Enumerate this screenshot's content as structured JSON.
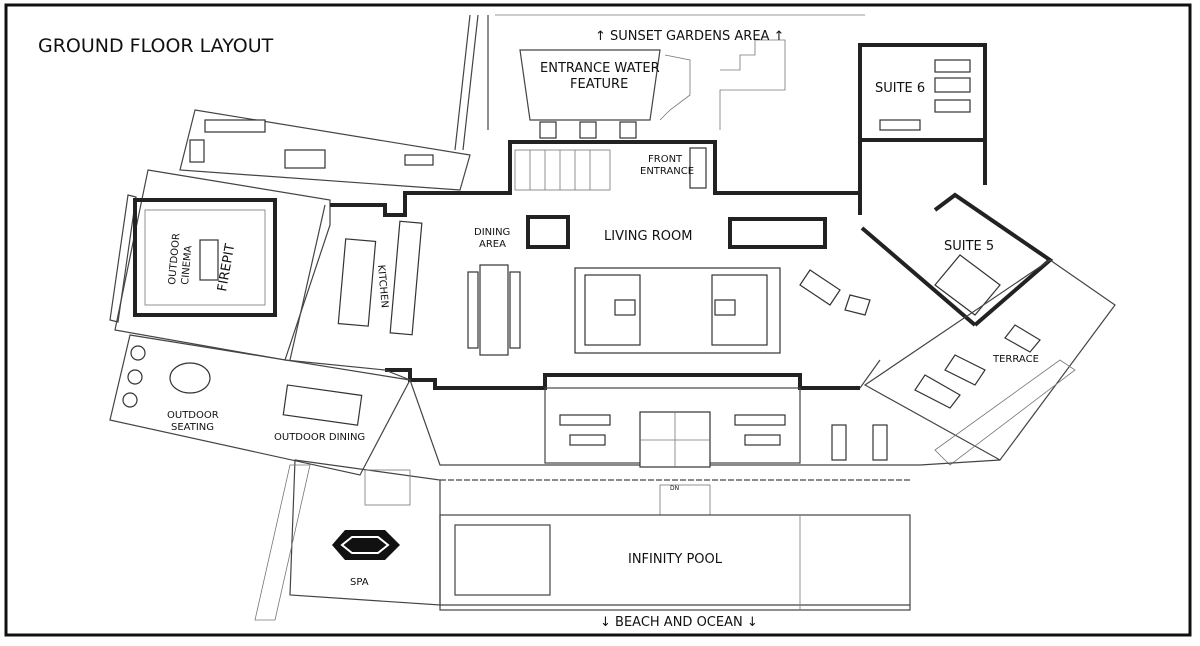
{
  "title": "GROUND FLOOR LAYOUT",
  "labels": {
    "sunset_gardens": "↑ SUNSET GARDENS AREA ↑",
    "water_feature_1": "ENTRANCE WATER",
    "water_feature_2": "FEATURE",
    "suite6": "SUITE 6",
    "front_entrance_1": "FRONT",
    "front_entrance_2": "ENTRANCE",
    "dining_1": "DINING",
    "dining_2": "AREA",
    "living_room": "LIVING ROOM",
    "suite5": "SUITE 5",
    "outdoor_cinema_1": "OUTDOOR",
    "outdoor_cinema_2": "CINEMA",
    "firepit": "FIREPIT",
    "kitchen": "KITCHEN",
    "terrace": "TERRACE",
    "outdoor_seating_1": "OUTDOOR",
    "outdoor_seating_2": "SEATING",
    "outdoor_dining": "OUTDOOR DINING",
    "spa": "SPA",
    "infinity_pool": "INFINITY POOL",
    "beach_ocean": "↓ BEACH AND OCEAN ↓",
    "stair_dn": "DN"
  }
}
